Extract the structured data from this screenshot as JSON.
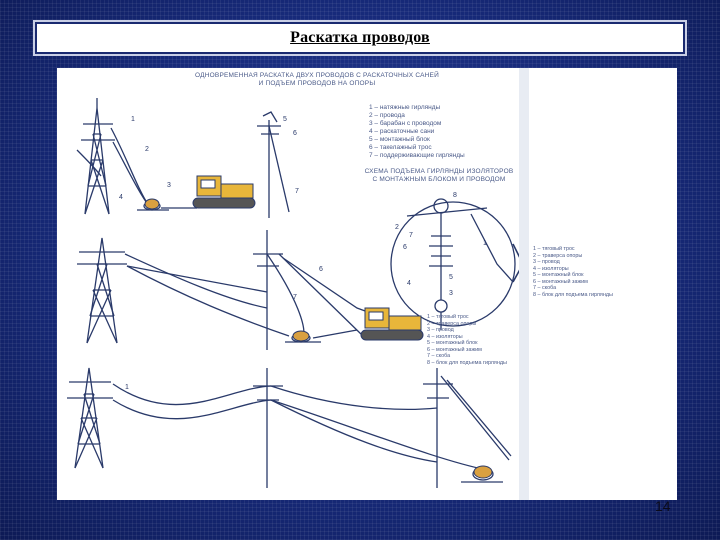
{
  "slide": {
    "title": "Раскатка проводов",
    "page_number": "14"
  },
  "figure": {
    "main_heading_line1": "Одновременная раскатка двух проводов с раскаточных саней",
    "main_heading_line2": "и подъем проводов на опоры",
    "legend_top": [
      "1 – натяжные гирлянды",
      "2 – провода",
      "3 – барабан с проводом",
      "4 – раскаточные сани",
      "5 – монтажный блок",
      "6 – такелажный трос",
      "7 – поддерживающие гирлянды"
    ],
    "scheme_heading_line1": "Схема подъема гирлянды изоляторов",
    "scheme_heading_line2": "с монтажным блоком и проводом",
    "legend_right": [
      "1 – тяговый трос",
      "2 – траверса опоры",
      "3 – провод",
      "4 – изоляторы",
      "5 – монтажный блок",
      "6 – монтажный зажим",
      "7 – скоба",
      "8 – блок для подъема гирлянды"
    ],
    "legend_middle": [
      "1 – тяговый трос",
      "2 – траверса опоры",
      "3 – провод",
      "4 – изоляторы",
      "5 – монтажный блок",
      "6 – монтажный зажим",
      "7 – скоба",
      "8 – блок для подъема гирлянды"
    ],
    "labels": {
      "n1": "1",
      "n2": "2",
      "n3": "3",
      "n4": "4",
      "n5": "5",
      "n6": "6",
      "n7": "7",
      "n8": "8"
    }
  },
  "colors": {
    "background": "#13236e",
    "drawing_line": "#2a3a6a",
    "tractor": "#e8b63a",
    "drum": "#d9a040"
  }
}
